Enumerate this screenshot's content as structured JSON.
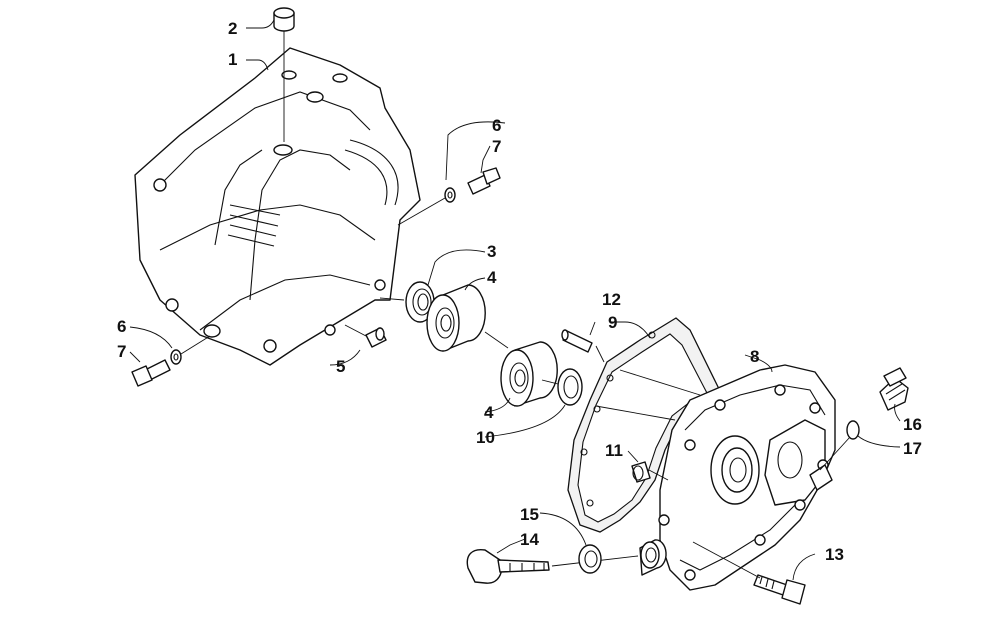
{
  "callouts": {
    "c1": "1",
    "c2": "2",
    "c3": "3",
    "c4a": "4",
    "c4b": "4",
    "c5": "5",
    "c6a": "6",
    "c6b": "6",
    "c7a": "7",
    "c7b": "7",
    "c8": "8",
    "c9": "9",
    "c10": "10",
    "c11": "11",
    "c12": "12",
    "c13": "13",
    "c14": "14",
    "c15": "15",
    "c16": "16",
    "c17": "17"
  },
  "colors": {
    "line": "#111111",
    "background": "#ffffff",
    "gasket_fill": "#f2f2f2"
  }
}
